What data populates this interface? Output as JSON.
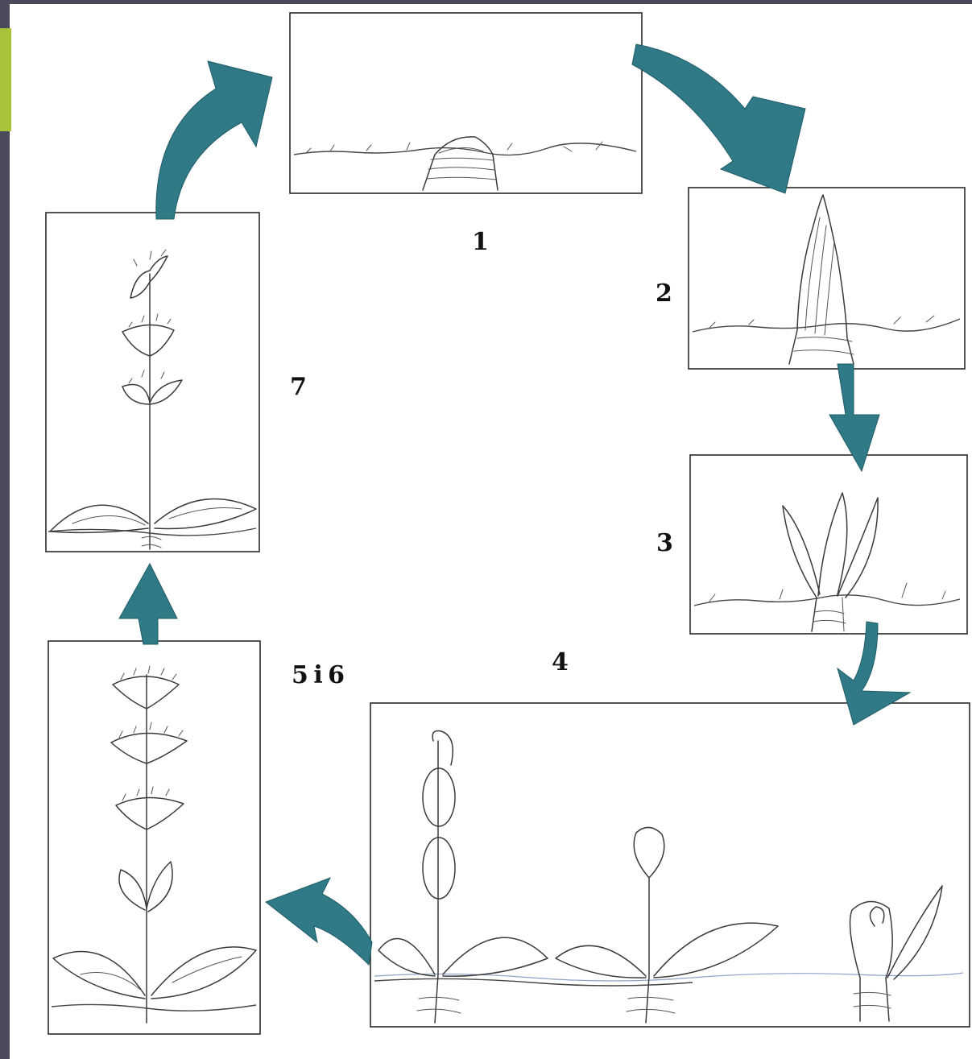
{
  "page": {
    "background": "#ffffff",
    "frame_color": "#4a4a5a",
    "accent_color": "#a8c23a",
    "arrow_color": "#2f7a86"
  },
  "diagram": {
    "stages": [
      {
        "id": "stage-1",
        "label": "1"
      },
      {
        "id": "stage-2",
        "label": "2"
      },
      {
        "id": "stage-3",
        "label": "3"
      },
      {
        "id": "stage-4",
        "label": "4"
      },
      {
        "id": "stage-5-6",
        "label": "5 i 6"
      },
      {
        "id": "stage-7",
        "label": "7"
      }
    ],
    "cycle_order": [
      "1",
      "2",
      "3",
      "4",
      "5 i 6",
      "7",
      "1"
    ]
  }
}
